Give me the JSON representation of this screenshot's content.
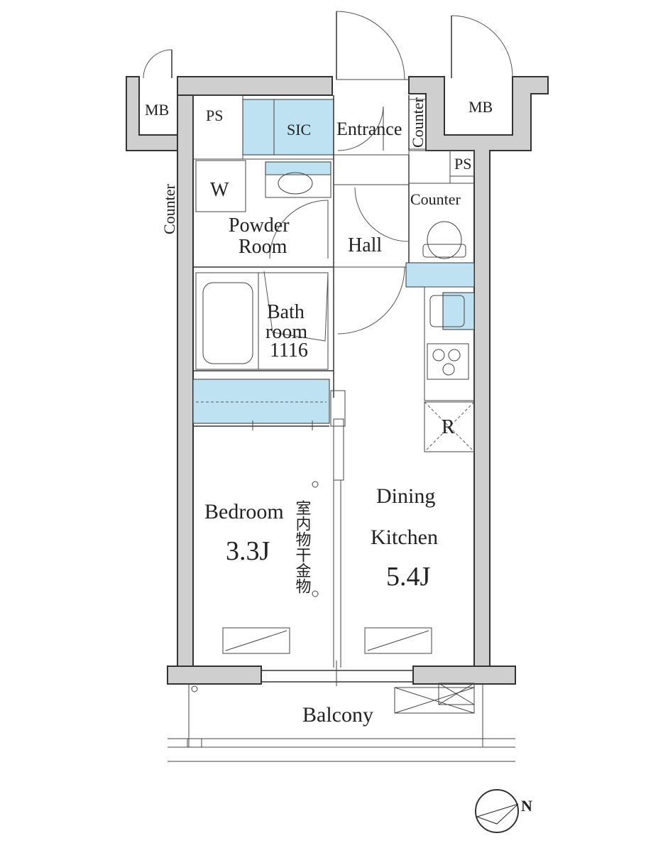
{
  "rooms": {
    "entrance": "Entrance",
    "hall": "Hall",
    "sic": "SIC",
    "powder_room_line1": "Powder",
    "powder_room_line2": "Room",
    "bathroom_line1": "Bath",
    "bathroom_line2": "room",
    "bathroom_line3": "1116",
    "bedroom": "Bedroom",
    "bedroom_size": "3.3J",
    "dining_line1": "Dining",
    "dining_line2": "Kitchen",
    "dining_size": "5.4J",
    "balcony": "Balcony"
  },
  "fixtures": {
    "mb_left": "MB",
    "mb_right": "MB",
    "ps_left": "PS",
    "ps_right": "PS",
    "counter_left": "Counter",
    "counter_entrance": "Counter",
    "counter_toilet": "Counter",
    "washer": "W",
    "refrigerator": "R",
    "drying_hardware": "室内物干金物"
  },
  "compass": {
    "north_label": "N"
  }
}
